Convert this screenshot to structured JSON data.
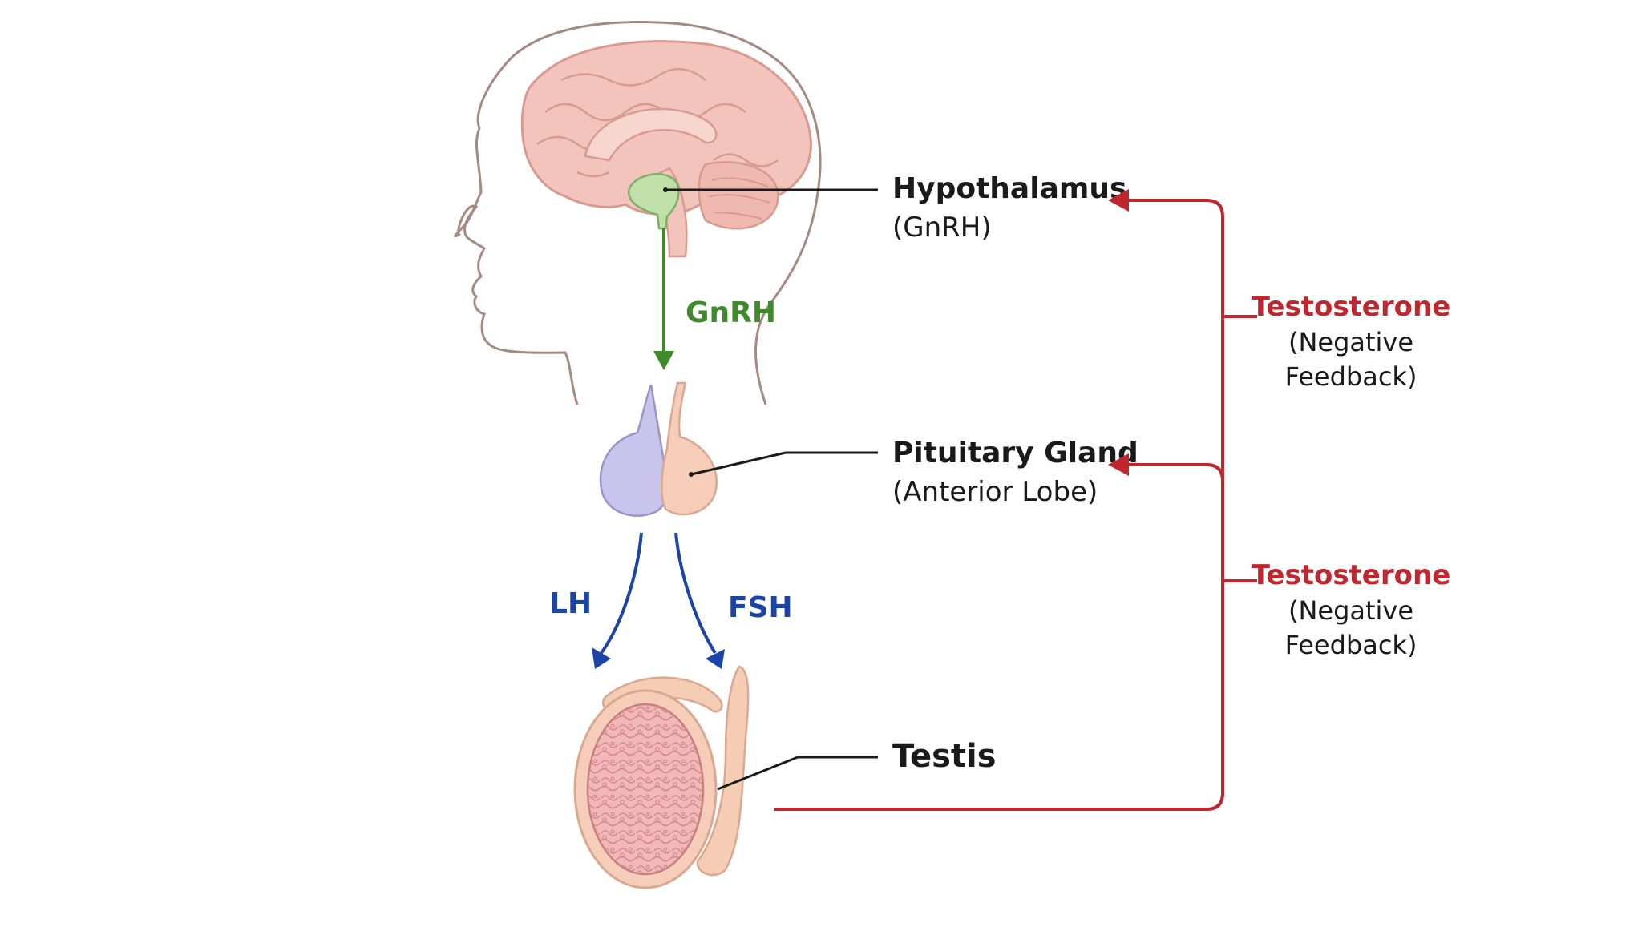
{
  "colors": {
    "background": "#ffffff",
    "label_text": "#1a1a1a",
    "gnrh_arrow": "#3f8a2a",
    "lh_fsh_arrow": "#1c44a8",
    "feedback": "#c0262d",
    "leader_line": "#1a1a1a",
    "head_outline": "#a48a80",
    "brain_fill": "#f2c4bc",
    "hypothalamus_fill": "#bfe0a8",
    "pituitary_posterior": "#c9c4ec",
    "pituitary_anterior": "#f5cdb8",
    "testis_fill": "#f0b8b8",
    "epididymis_fill": "#f5cdb4"
  },
  "labels": {
    "hypothalamus": {
      "title": "Hypothalamus",
      "subtitle": "(GnRH)"
    },
    "pituitary": {
      "title": "Pituitary Gland",
      "subtitle": "(Anterior Lobe)"
    },
    "testis": {
      "title": "Testis"
    }
  },
  "arrows": {
    "gnrh": "GnRH",
    "lh": "LH",
    "fsh": "FSH"
  },
  "feedback": {
    "upper": {
      "hormone": "Testosterone",
      "line1": "(Negative",
      "line2": "Feedback)"
    },
    "lower": {
      "hormone": "Testosterone",
      "line1": "(Negative",
      "line2": "Feedback)"
    }
  },
  "icons": {
    "brain": "brain-illustration",
    "pituitary": "pituitary-gland-illustration",
    "testis": "testis-illustration"
  }
}
